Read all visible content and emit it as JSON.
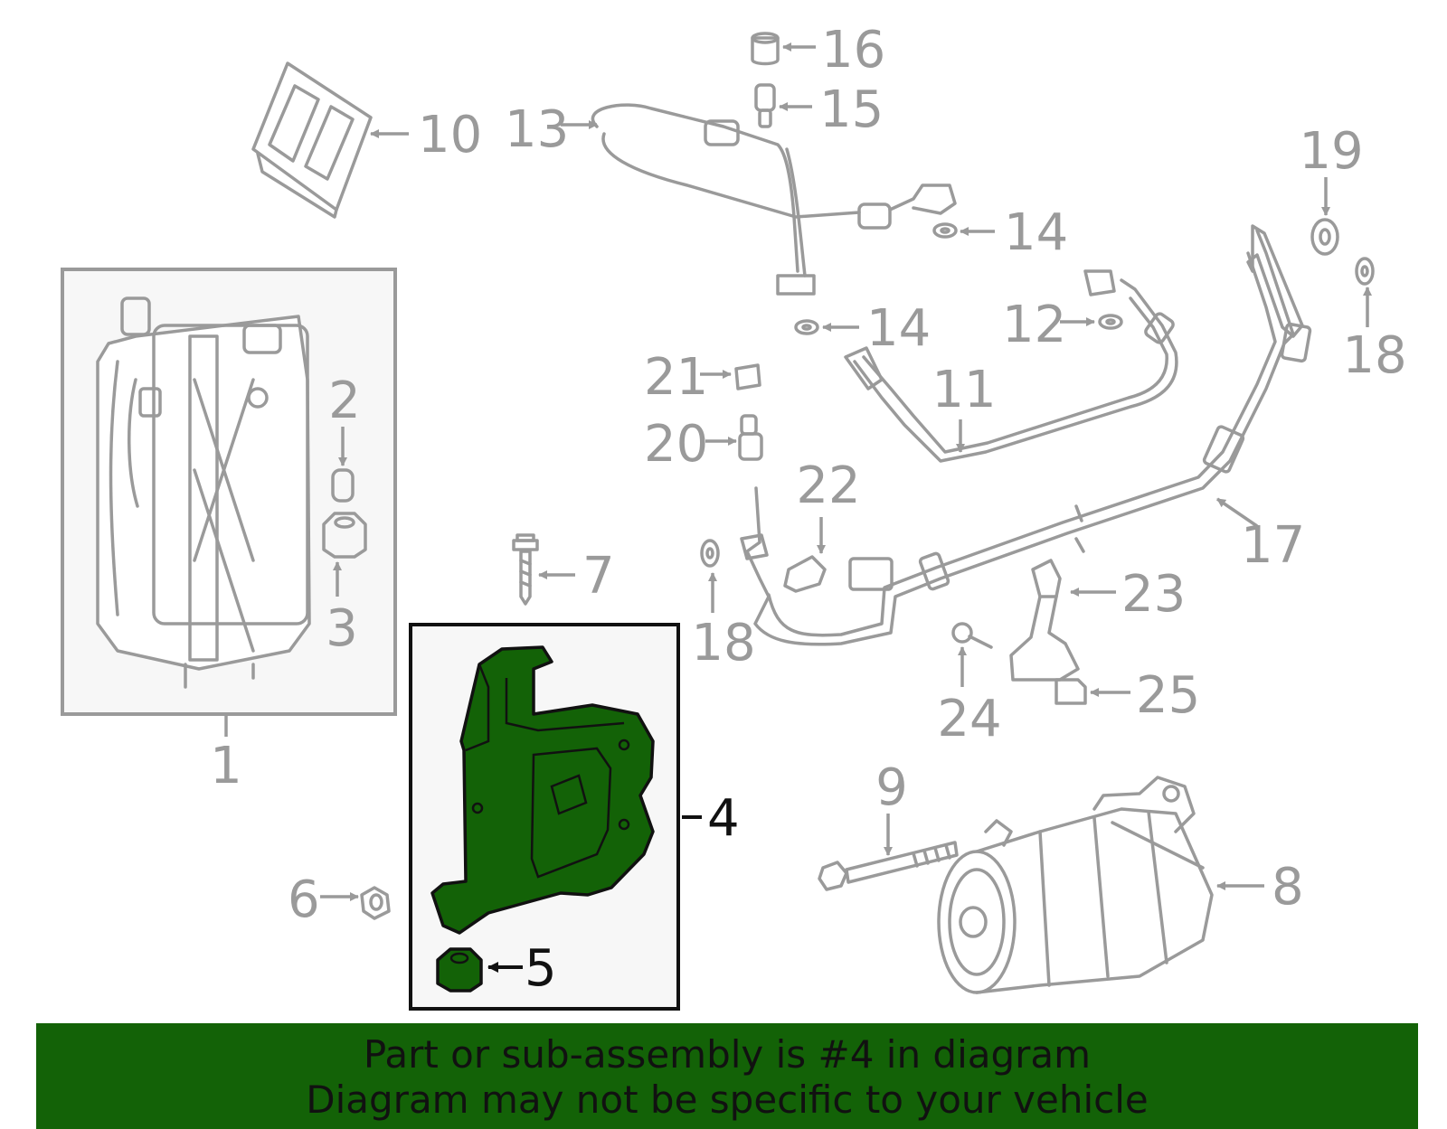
{
  "callouts": {
    "p1": "1",
    "p2": "2",
    "p3": "3",
    "p4": "4",
    "p5": "5",
    "p6": "6",
    "p7": "7",
    "p8": "8",
    "p9": "9",
    "p10": "10",
    "p11": "11",
    "p12": "12",
    "p13": "13",
    "p14a": "14",
    "p14b": "14",
    "p15": "15",
    "p16": "16",
    "p17": "17",
    "p18a": "18",
    "p18b": "18",
    "p19": "19",
    "p20": "20",
    "p21": "21",
    "p22": "22",
    "p23": "23",
    "p24": "24",
    "p25": "25"
  },
  "banner": {
    "line1": "Part or sub-assembly is #4 in diagram",
    "line2": "Diagram may not be specific to your vehicle"
  },
  "colors": {
    "highlight": "#136207",
    "part_stroke": "#9a9a9a",
    "label_dark": "#111111"
  },
  "highlighted_part": "4"
}
